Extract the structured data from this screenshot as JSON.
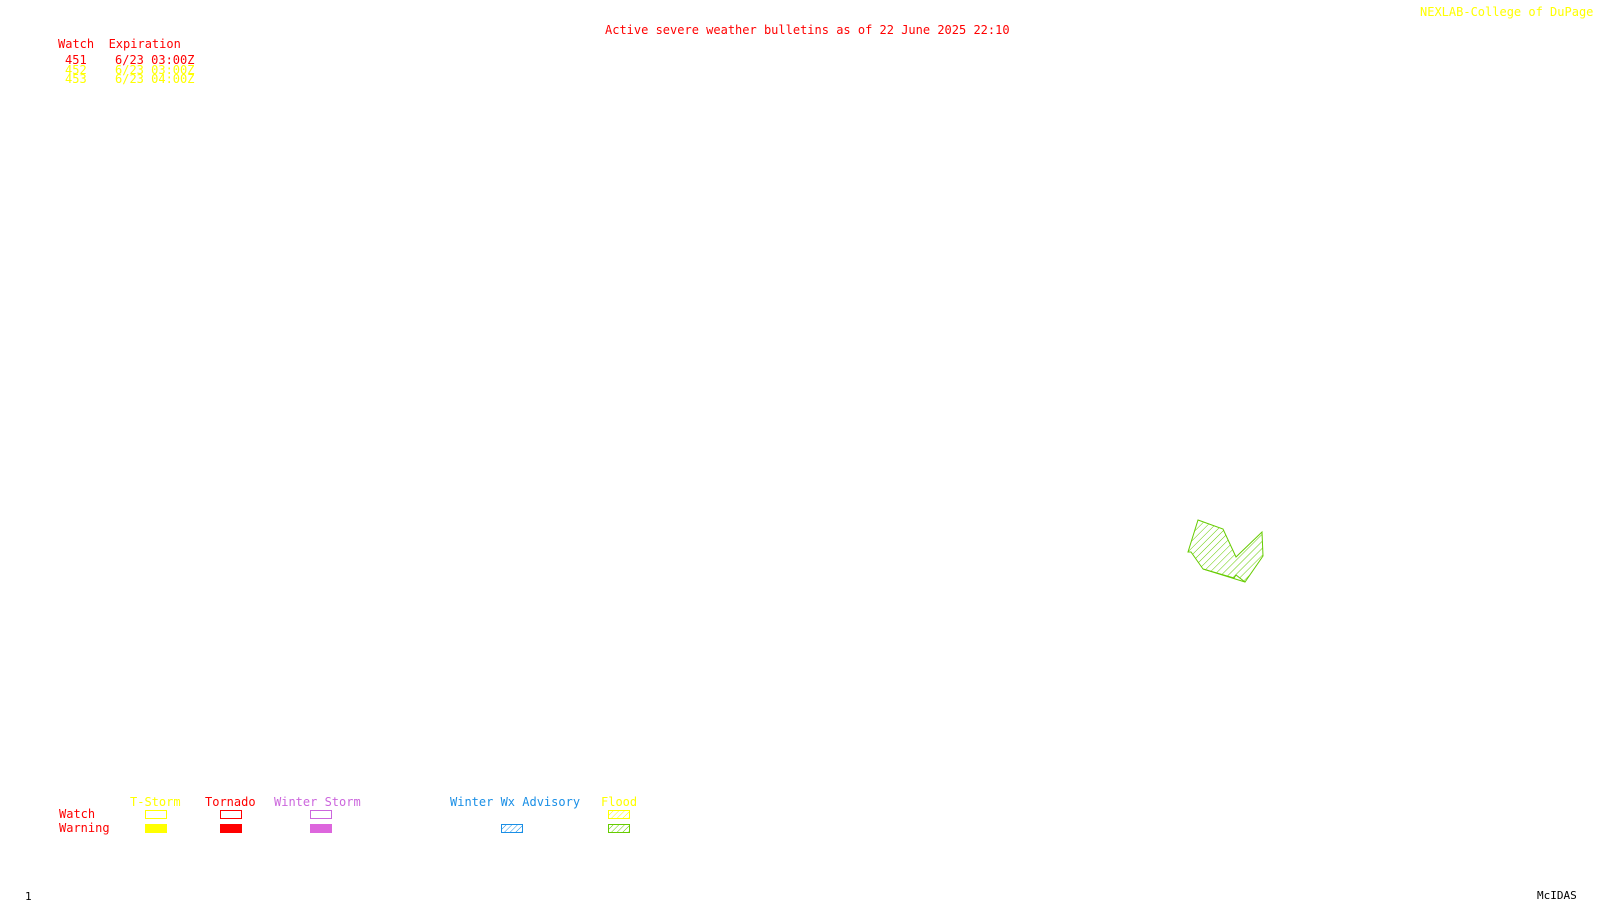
{
  "header": {
    "title": "Active severe weather bulletins as of 22 June 2025 22:10",
    "credit": "NEXLAB-College of DuPage R"
  },
  "watch_table": {
    "heading": "Watch  Expiration",
    "rows": [
      {
        "id": "451",
        "expires": "6/23 03:00Z",
        "color": "#ff0000"
      },
      {
        "id": "452",
        "expires": "6/23 03:00Z",
        "color": "#ffff00"
      },
      {
        "id": "453",
        "expires": "6/23 04:00Z",
        "color": "#ffff00"
      }
    ]
  },
  "legend": {
    "row_labels": {
      "watch": "Watch",
      "warning": "Warning"
    },
    "categories": [
      {
        "label": "T-Storm",
        "color": "#ffff00"
      },
      {
        "label": "Tornado",
        "color": "#ff0000"
      },
      {
        "label": "Winter Storm",
        "color": "#cc66dd"
      },
      {
        "label": "Winter Wx Advisory",
        "color": "#1a8fe6"
      },
      {
        "label": "Flood",
        "color": "#ffff00",
        "swatch_color": "#66cc00"
      }
    ]
  },
  "map": {
    "features": [
      {
        "type": "flood-warning-polygon",
        "color": "#66cc00",
        "pattern": "hatched"
      }
    ]
  },
  "footer": {
    "frame_number": "1",
    "software": "McIDAS"
  }
}
